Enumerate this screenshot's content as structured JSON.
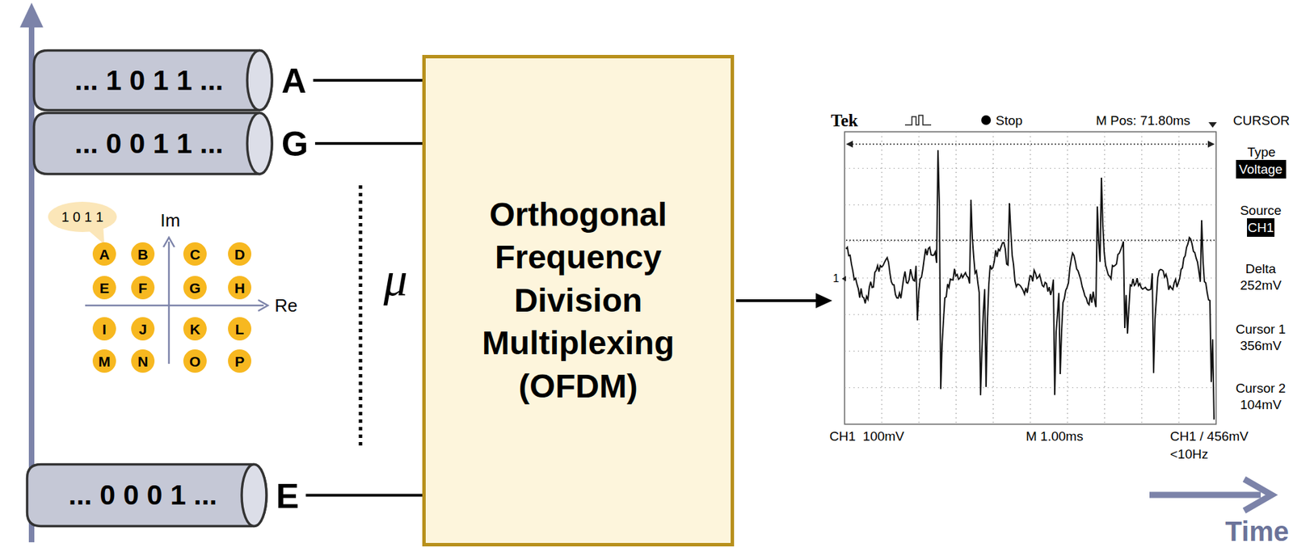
{
  "diagram": {
    "nodes": [
      {
        "text": [
          "... 1 0 1 1 ...",
          "A"
        ]
      },
      {
        "text": [
          "... 0 0 1 1 ...",
          "G"
        ]
      },
      {
        "text": [
          "1 0 1 1"
        ]
      },
      {
        "text": [
          "A"
        ]
      },
      {
        "text": [
          "B"
        ]
      },
      {
        "text": [
          "C"
        ]
      },
      {
        "text": [
          "D"
        ]
      },
      {
        "text": [
          "E"
        ]
      },
      {
        "text": [
          "F"
        ]
      },
      {
        "text": [
          "G"
        ]
      },
      {
        "text": [
          "H"
        ]
      },
      {
        "text": [
          "I"
        ]
      },
      {
        "text": [
          "J"
        ]
      },
      {
        "text": [
          "K"
        ]
      },
      {
        "text": [
          "L"
        ]
      },
      {
        "text": [
          "M"
        ]
      },
      {
        "text": [
          "N"
        ]
      },
      {
        "text": [
          "O"
        ]
      },
      {
        "text": [
          "P"
        ]
      },
      {
        "text": [
          "Orthogonal Frequency Division Multiplexing (OFDM)"
        ]
      },
      {
        "text": [
          "... 0 0 0 1 ...",
          "E"
        ]
      }
    ],
    "edges": [
      {
        "from": 0,
        "to": 19,
        "arrow": "none"
      },
      {
        "from": 1,
        "to": 19,
        "arrow": "none"
      },
      {
        "from": 20,
        "to": 19,
        "arrow": "none"
      }
    ],
    "labels": [
      "Im",
      "Re",
      "μ",
      "Tek",
      "Stop",
      "M Pos: 71.80ms",
      "CURSOR",
      "Type",
      "Voltage",
      "Source",
      "CH1",
      "Delta",
      "252mV",
      "Cursor 1",
      "356mV",
      "Cursor 2",
      "104mV",
      "1",
      "CH1  100mV",
      "M 1.00ms",
      "CH1 / 456mV",
      "<10Hz",
      "Time"
    ]
  }
}
